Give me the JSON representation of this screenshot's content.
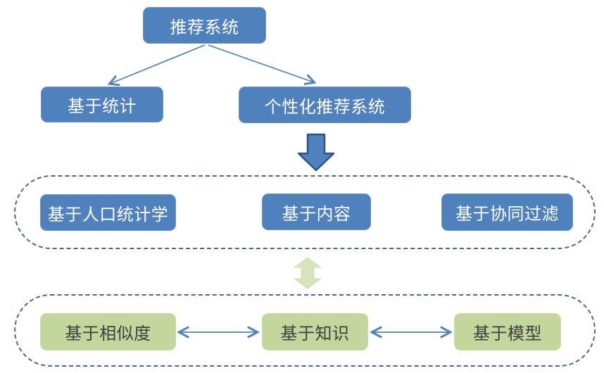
{
  "diagram": {
    "root": {
      "label": "推荐系统"
    },
    "children": [
      {
        "label": "基于统计"
      },
      {
        "label": "个性化推荐系统"
      }
    ],
    "personalized_types": {
      "items": [
        {
          "label": "基于人口统计学"
        },
        {
          "label": "基于内容"
        },
        {
          "label": "基于协同过滤"
        }
      ]
    },
    "method_types": {
      "items": [
        {
          "label": "基于相似度"
        },
        {
          "label": "基于知识"
        },
        {
          "label": "基于模型"
        }
      ]
    },
    "colors": {
      "box_blue": "#4f81bd",
      "box_green": "#c3d69b",
      "thin_arrow_blue": "#4f81bd",
      "block_arrow_fill": "#4f81bd",
      "block_arrow_border": "#2f5380",
      "updown_arrow_green": "#d8e4bc",
      "dashed_border_blue": "#44699f",
      "text_on_blue": "#ffffff",
      "text_on_green": "#3f3f3f",
      "background": "#ffffff"
    }
  }
}
